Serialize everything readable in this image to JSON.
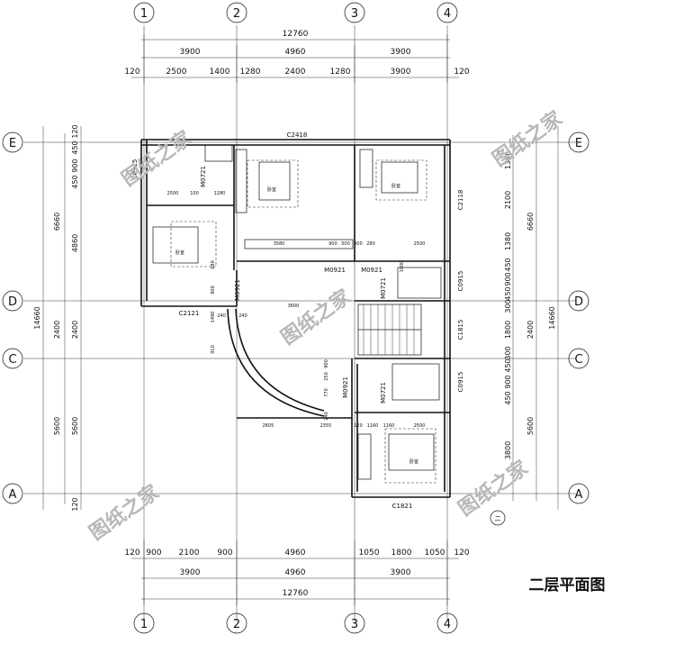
{
  "title": "二层平面图",
  "watermark": "图纸之家",
  "axes": {
    "columns": [
      "1",
      "2",
      "3",
      "4"
    ],
    "rows": [
      "E",
      "D",
      "C",
      "A"
    ]
  },
  "north_symbol": "二",
  "dims_top": {
    "overall": "12760",
    "bays": [
      "3900",
      "4960",
      "3900"
    ],
    "details": [
      "120",
      "2500",
      "1400",
      "1280",
      "2400",
      "1280",
      "3900",
      "120"
    ]
  },
  "dims_bottom": {
    "overall": "12760",
    "bays": [
      "3900",
      "4960",
      "3900"
    ],
    "details": [
      "120",
      "900",
      "2100",
      "900",
      "4960",
      "1050",
      "1800",
      "1050",
      "120"
    ]
  },
  "dims_left": {
    "overall": "14660",
    "bays": [
      "6660",
      "2400",
      "5600"
    ],
    "details": [
      "120",
      "450",
      "900",
      "450",
      "4860",
      "2400",
      "5600",
      "120"
    ]
  },
  "dims_right": {
    "overall": "14660",
    "bays": [
      "6660",
      "2400",
      "5600"
    ],
    "details": [
      "1380",
      "2100",
      "1380",
      "450",
      "900",
      "450",
      "300",
      "1800",
      "300",
      "450",
      "900",
      "450",
      "3800"
    ]
  },
  "openings": {
    "c2418": "C2418",
    "c0915_left": "C0915",
    "m0721_a": "M0721",
    "m0921_a": "M0921",
    "m0921_b": "M0921",
    "m0921_c": "M0921",
    "m0921_d": "M0921",
    "m0721_b": "M0721",
    "m0721_c": "M0721",
    "c2118": "C2118",
    "c0915_r1": "C0915",
    "c1815": "C1815",
    "c0915_r2": "C0915",
    "c2121": "C2121",
    "c1821": "C1821"
  },
  "inner_dims": [
    "2500",
    "100",
    "1280",
    "3580",
    "900",
    "500",
    "900",
    "280",
    "2500",
    "1000",
    "680",
    "900",
    "1490",
    "240",
    "910",
    "240",
    "3600",
    "2605",
    "2355",
    "120",
    "1160",
    "1160",
    "2500",
    "770",
    "240",
    "900",
    "250"
  ],
  "room_labels": [
    "卧室",
    "卧室",
    "卧室",
    "卧室"
  ]
}
